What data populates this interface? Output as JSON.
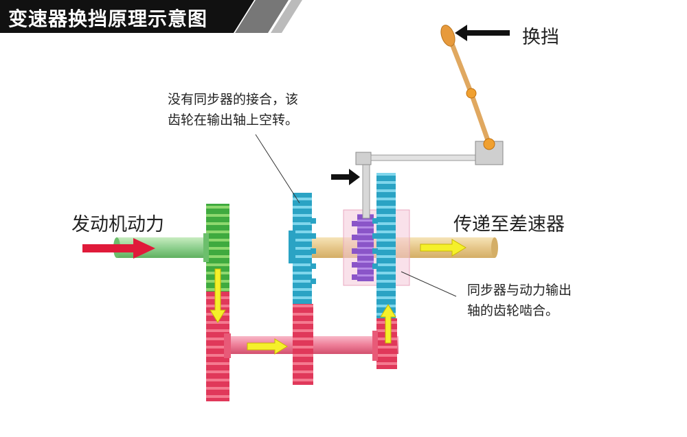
{
  "title": "变速器换挡原理示意图",
  "labels": {
    "engine_power": "发动机动力",
    "to_differential": "传递至差速器",
    "shift": "换挡",
    "note_idle_line1": "没有同步器的接合，该",
    "note_idle_line2": "齿轮在输出轴上空转。",
    "note_sync_line1": "同步器与动力输出",
    "note_sync_line2": "轴的齿轮啮合。"
  },
  "colors": {
    "input_gear": "#3faa3f",
    "input_shaft": "#8fd08f",
    "countershaft": "#e0385a",
    "output_gear": "#2aa3c4",
    "output_shaft": "#e6c78a",
    "synchronizer": "#8a55c8",
    "power_arrow": "#f5f02a",
    "input_arrow": "#e01a3a",
    "lever": "#e0a860"
  }
}
